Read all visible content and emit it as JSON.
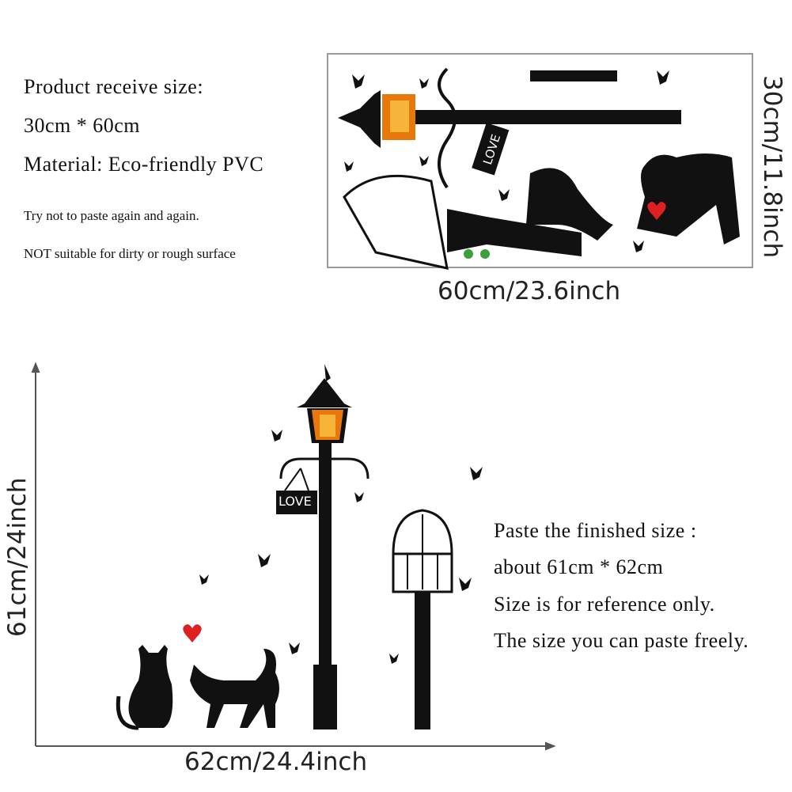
{
  "spec_left": {
    "receive_size_label": "Product receive size:",
    "receive_size_value": "30cm * 60cm",
    "material": "Material: Eco-friendly PVC",
    "note1": "Try not to paste again and again.",
    "note2": "NOT suitable for dirty or rough surface"
  },
  "sheet": {
    "width_label": "60cm/23.6inch",
    "height_label": "30cm/11.8inch",
    "sign_text": "LOVE"
  },
  "finished": {
    "height_label": "61cm/24inch",
    "width_label": "62cm/24.4inch",
    "sign_text": "LOVE",
    "lines": [
      "Paste the finished size :",
      "about 61cm * 62cm",
      "Size is for reference only.",
      "The size you can paste freely."
    ]
  },
  "colors": {
    "silhouette": "#111111",
    "lamp_glow": "#f08a12",
    "heart": "#e02020",
    "sheet_border": "#9a9a9a"
  }
}
